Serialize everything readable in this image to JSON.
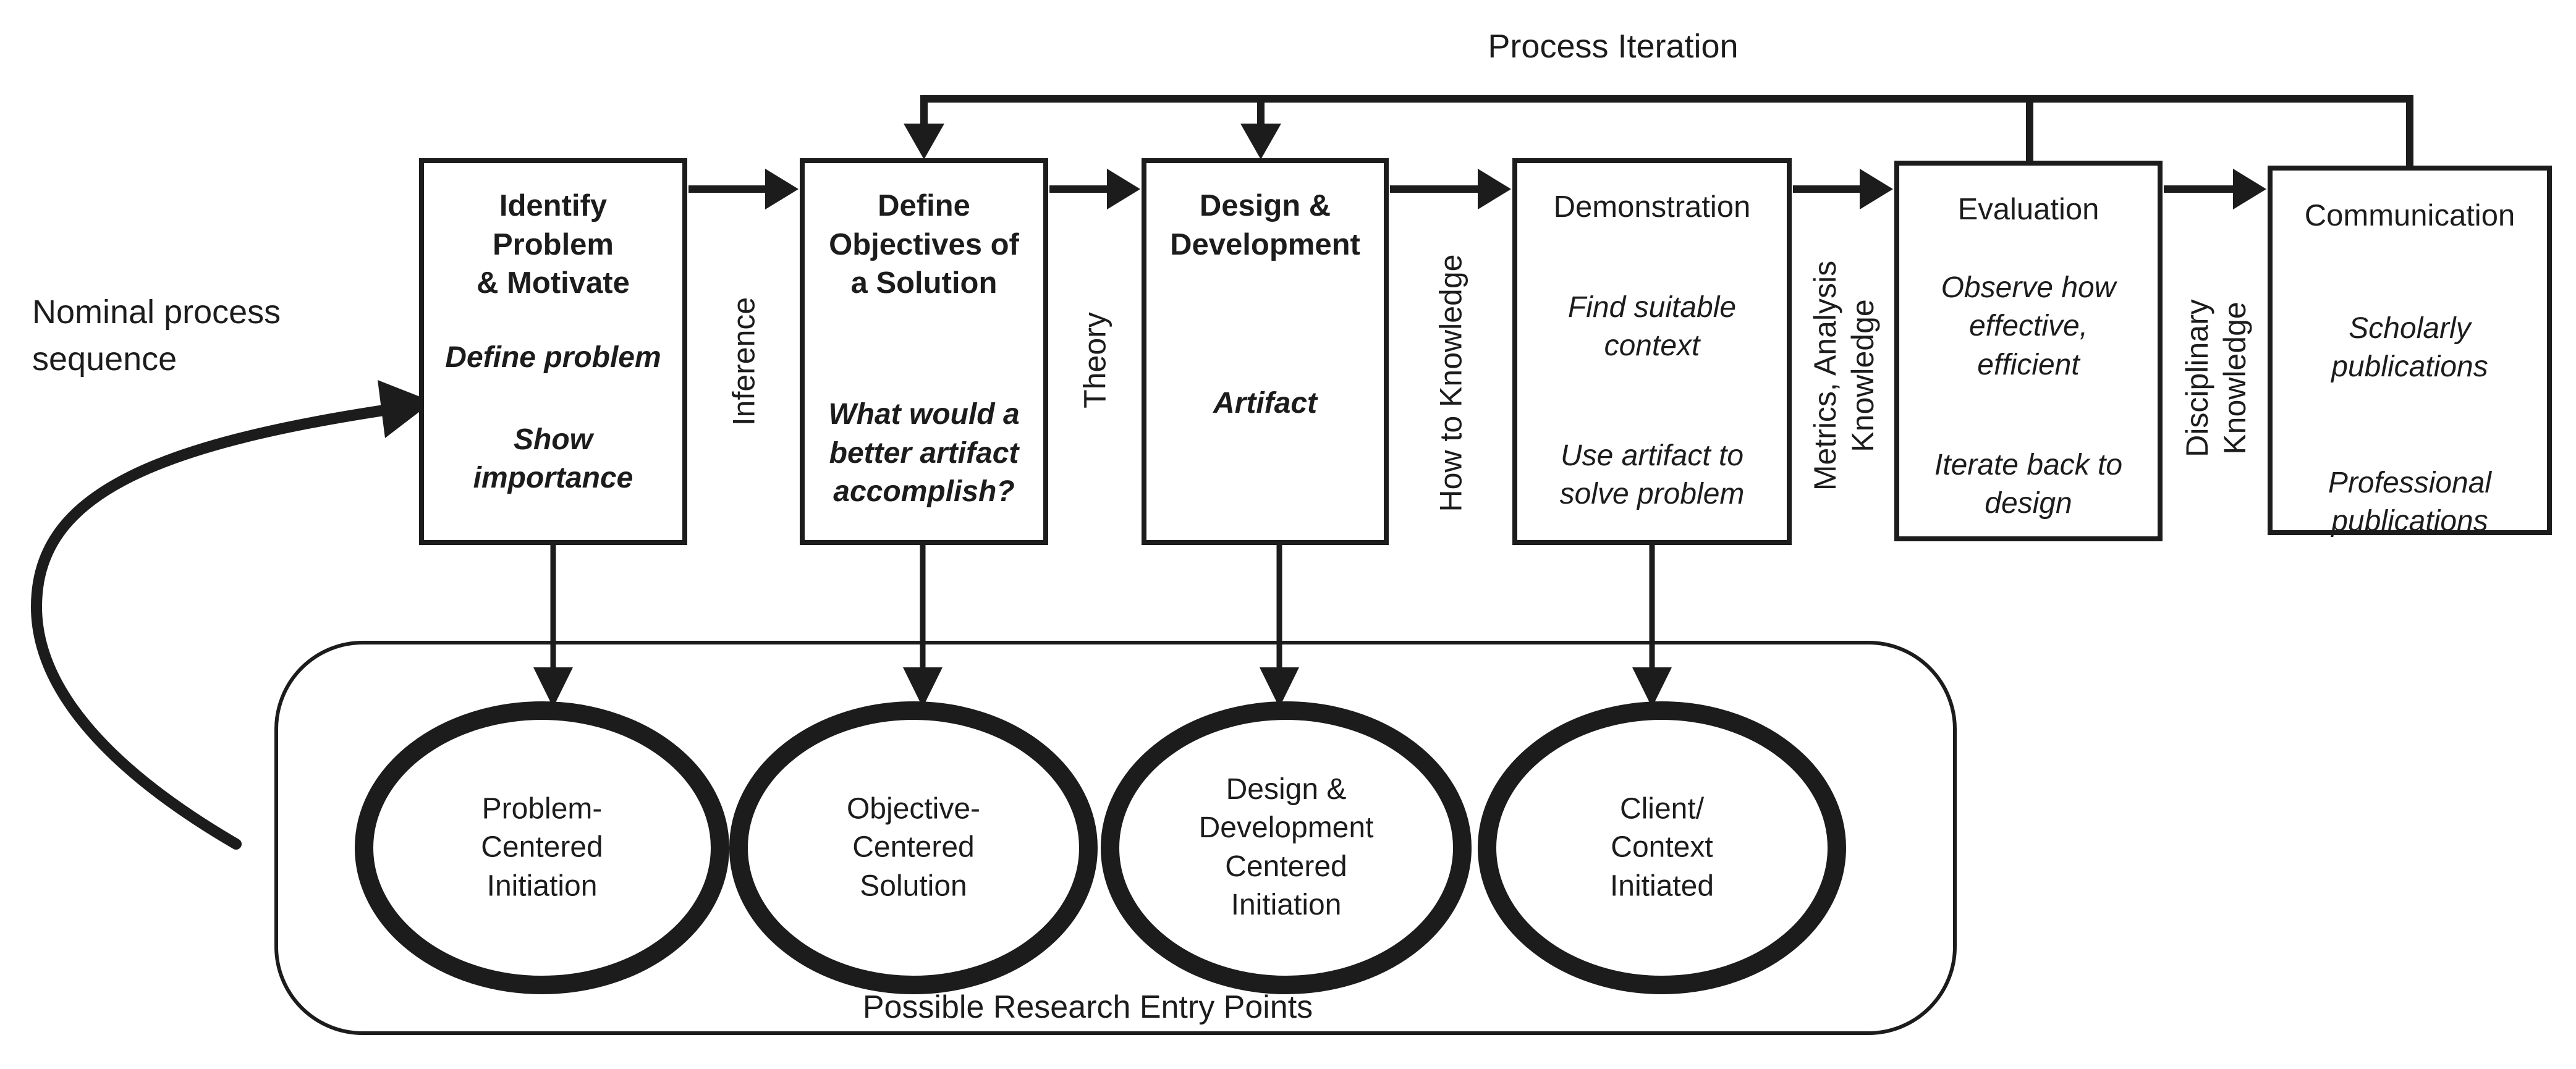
{
  "title": "Process Iteration",
  "nominal_label": "Nominal process\nsequence",
  "caption": "Possible Research Entry Points",
  "colors": {
    "ink": "#1c1c1c",
    "background": "#ffffff"
  },
  "stages": [
    {
      "title": "Identify\nProblem\n& Motivate",
      "notes": [
        "Define problem",
        "Show\nimportance"
      ]
    },
    {
      "title": "Define\nObjectives of\na Solution",
      "notes": [
        "What would a\nbetter artifact\naccomplish?"
      ]
    },
    {
      "title": "Design &\nDevelopment",
      "notes": [
        "Artifact"
      ]
    },
    {
      "title": "Demonstration",
      "notes": [
        "Find suitable\ncontext",
        "Use artifact to\nsolve problem"
      ]
    },
    {
      "title": "Evaluation",
      "notes": [
        "Observe how\neffective,\nefficient",
        "Iterate back to\ndesign"
      ]
    },
    {
      "title": "Communication",
      "notes": [
        "Scholarly\npublications",
        "Professional\npublications"
      ]
    }
  ],
  "knowledge_flows": [
    "Inference",
    "Theory",
    "How to Knowledge",
    "Metrics, Analysis\nKnowledge",
    "Disciplinary\nKnowledge"
  ],
  "entry_points": [
    "Problem-\nCentered\nInitiation",
    "Objective-\nCentered\nSolution",
    "Design &\nDevelopment\nCentered\nInitiation",
    "Client/\nContext\nInitiated"
  ]
}
